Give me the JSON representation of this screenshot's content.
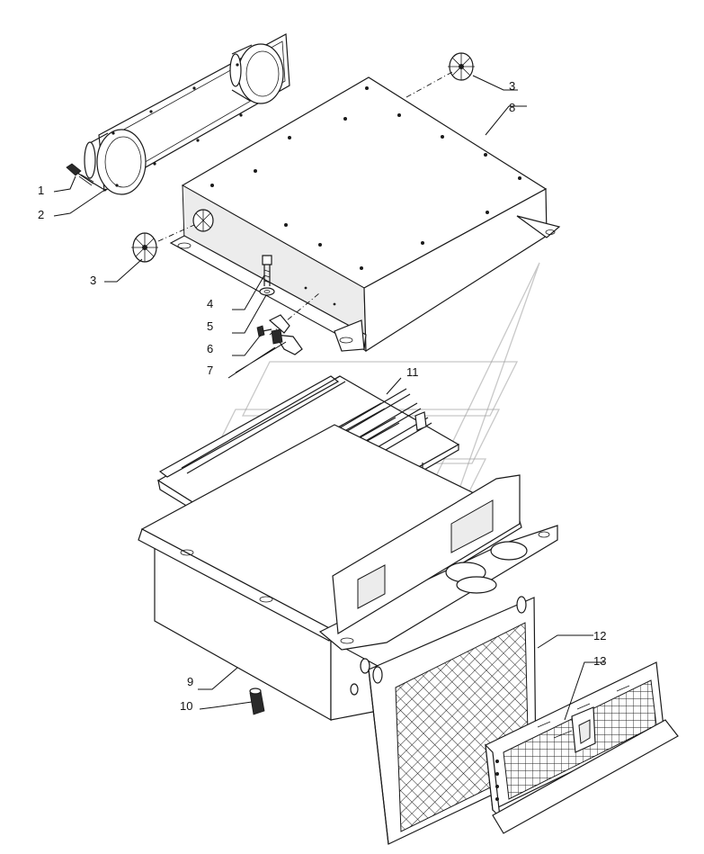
{
  "callouts": [
    {
      "id": "c1",
      "text": "1"
    },
    {
      "id": "c2",
      "text": "2"
    },
    {
      "id": "c3a",
      "text": "3"
    },
    {
      "id": "c3b",
      "text": "3"
    },
    {
      "id": "c4",
      "text": "4"
    },
    {
      "id": "c5",
      "text": "5"
    },
    {
      "id": "c6",
      "text": "6"
    },
    {
      "id": "c7",
      "text": "7"
    },
    {
      "id": "c8",
      "text": "8"
    },
    {
      "id": "c9",
      "text": "9"
    },
    {
      "id": "c10",
      "text": "10"
    },
    {
      "id": "c11",
      "text": "11"
    },
    {
      "id": "c12",
      "text": "12"
    },
    {
      "id": "c13",
      "text": "13"
    }
  ]
}
